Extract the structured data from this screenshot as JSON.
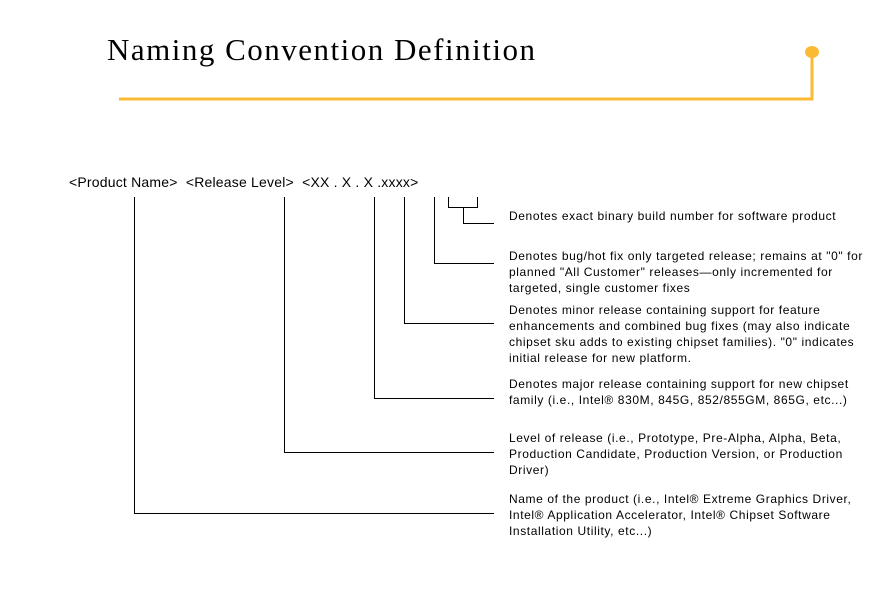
{
  "title": "Naming Convention Definition",
  "format": "<Product Name>  <Release Level>  <XX . X . X .xxxx>",
  "descriptions": {
    "build": "Denotes exact binary build number for software product",
    "hotfix": "Denotes bug/hot fix only targeted release; remains at \"0\" for planned \"All Customer\" releases—only incremented for targeted, single customer fixes",
    "minor": "Denotes minor release containing support for feature enhancements and combined bug fixes (may also indicate chipset sku adds to existing chipset families). \"0\" indicates initial release for new platform.",
    "major": "Denotes major release containing support for new chipset family (i.e., Intel® 830M, 845G, 852/855GM, 865G, etc...)",
    "level": "Level of release (i.e., Prototype, Pre-Alpha, Alpha, Beta, Production Candidate, Production Version, or Production Driver)",
    "product": "Name of the product (i.e., Intel® Extreme Graphics Driver, Intel® Application Accelerator, Intel® Chipset Software Installation Utility, etc...)"
  },
  "colors": {
    "accent": "#FBBA33",
    "line": "#000000"
  }
}
